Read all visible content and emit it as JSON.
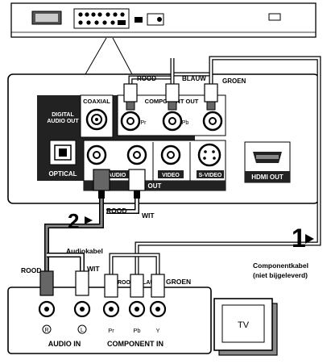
{
  "labels": {
    "coaxial": "COAXIAL",
    "component_out": "COMPONENT OUT",
    "digital_audio_out": [
      "DIGITAL",
      "AUDIO OUT"
    ],
    "optical": "OPTICAL",
    "audio": "AUDIO",
    "video": "VIDEO",
    "s_video": "S-VIDEO",
    "out": "OUT",
    "hdmi_out": "HDMI OUT",
    "pr": "Pr",
    "pb": "Pb",
    "y": "Y",
    "audio_in": "AUDIO IN",
    "component_in": "COMPONENT IN",
    "r": "R",
    "l": "L",
    "tv": "TV"
  },
  "callouts": {
    "rood_top": "ROOD",
    "blauw_top": "BLAUW",
    "groen_top": "GROEN",
    "rood_mid": "ROOD",
    "wit_mid": "WIT",
    "audiokabel": "Audiokabel",
    "rood_left": "ROOD",
    "wit_left": "WIT",
    "rood_bot": "ROOD",
    "blauw_bot": "BLAUW",
    "groen_bot": "GROEN",
    "componentkabel": [
      "Componentkabel",
      "(niet bijgeleverd)"
    ]
  },
  "steps": {
    "step2": "2",
    "step1": "1"
  }
}
